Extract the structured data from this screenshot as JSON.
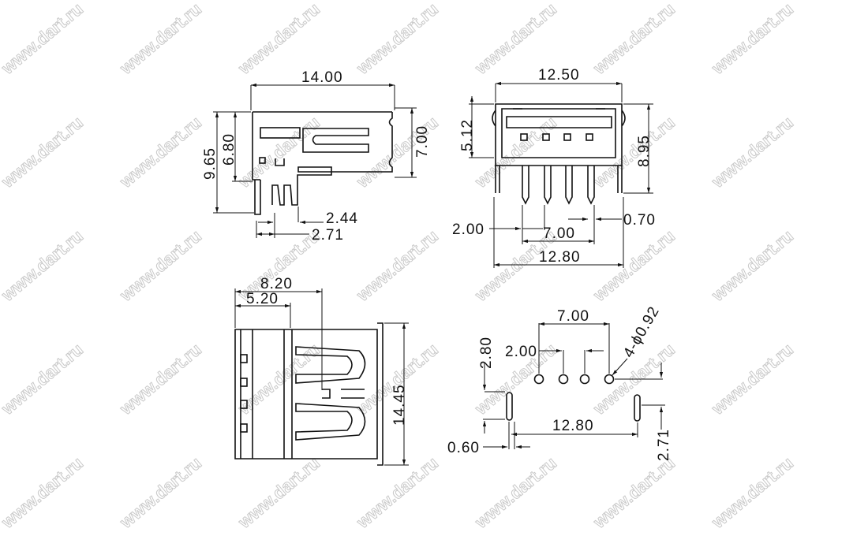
{
  "watermark": "www.dart.ru",
  "side_view": {
    "width": "14.00",
    "height_total": "9.65",
    "height_body": "6.80",
    "flange": "7.00",
    "pin_a": "2.44",
    "pin_b": "2.71"
  },
  "front_view": {
    "width": "12.50",
    "opening": "5.12",
    "height": "8.95",
    "pin_pitch": "2.00",
    "pin_span": "7.00",
    "pin_width": "0.70",
    "mount_span": "12.80"
  },
  "top_view": {
    "depth_a": "8.20",
    "depth_b": "5.20",
    "width": "14.45"
  },
  "footprint": {
    "span": "7.00",
    "pitch": "2.00",
    "holes": "4-ϕ0.92",
    "offset": "2.80",
    "slot_width": "0.60",
    "slot_span": "12.80",
    "slot_length": "2.71"
  }
}
